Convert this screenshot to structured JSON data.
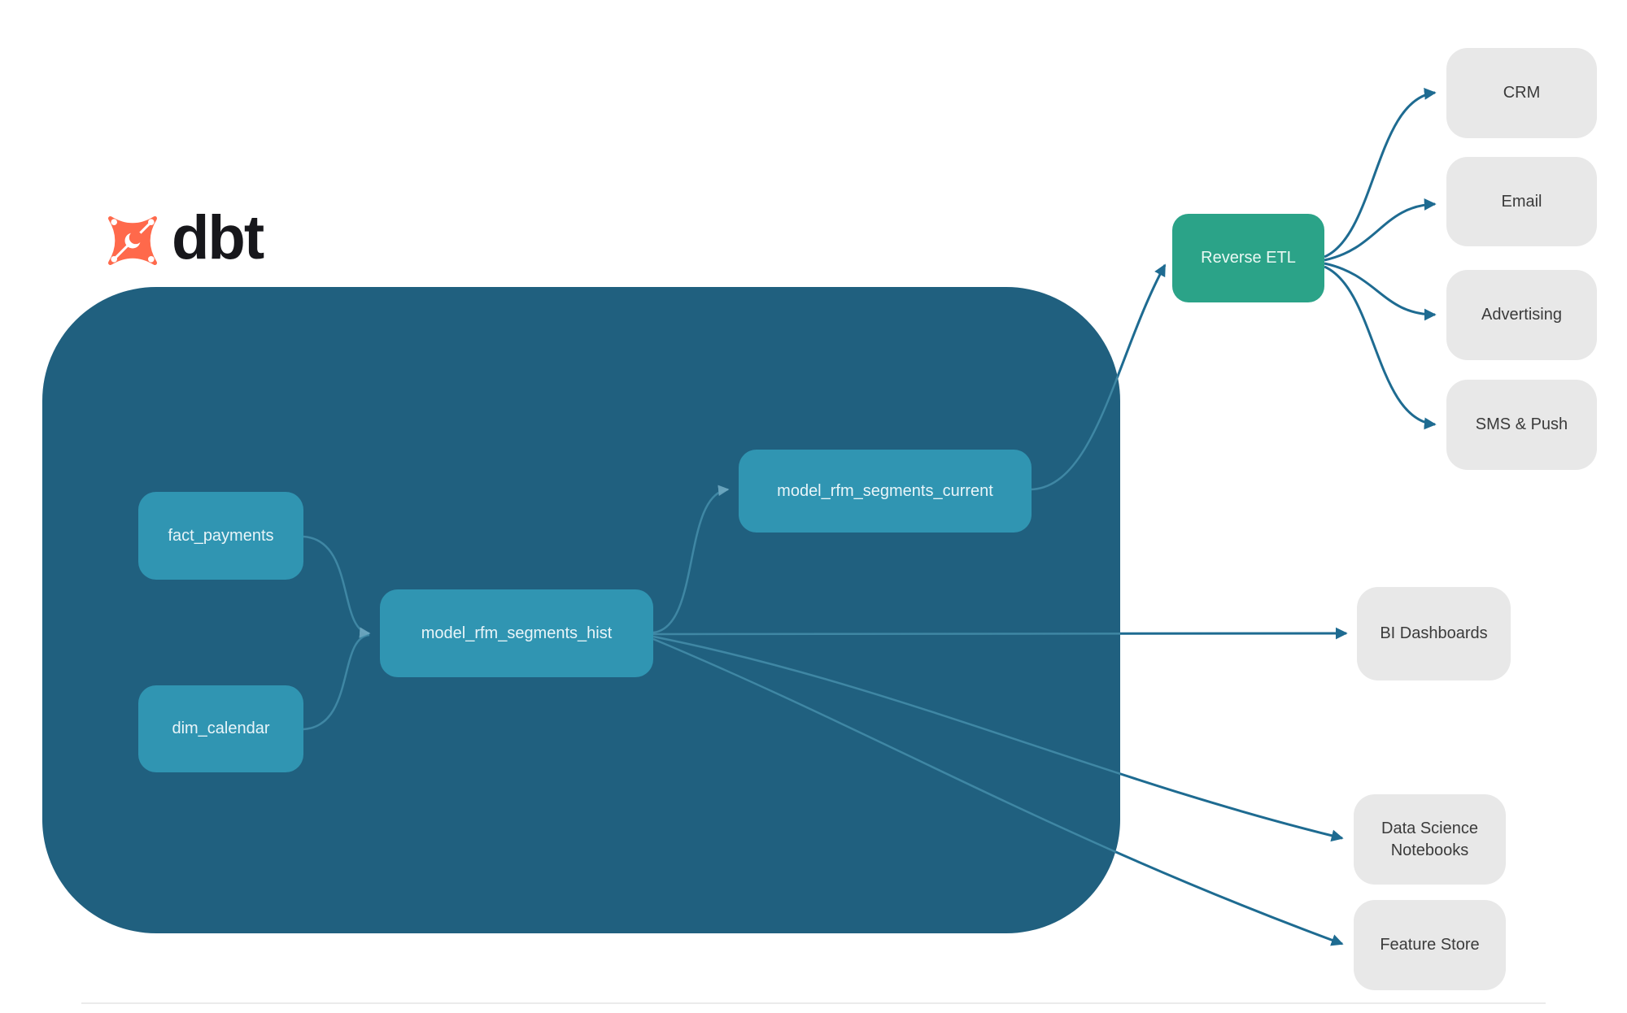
{
  "logo": {
    "brand": "dbt",
    "icon": "dbt-logo-icon"
  },
  "nodes": {
    "fact_payments": {
      "label": "fact_payments"
    },
    "dim_calendar": {
      "label": "dim_calendar"
    },
    "hist": {
      "label": "model_rfm_segments_hist"
    },
    "current": {
      "label": "model_rfm_segments_current"
    },
    "reverse_etl": {
      "label": "Reverse ETL"
    },
    "crm": {
      "label": "CRM"
    },
    "email": {
      "label": "Email"
    },
    "advertising": {
      "label": "Advertising"
    },
    "sms_push": {
      "label": "SMS & Push"
    },
    "bi_dashboards": {
      "label": "BI Dashboards"
    },
    "data_science_notebooks": {
      "label": "Data Science Notebooks"
    },
    "feature_store": {
      "label": "Feature Store"
    }
  },
  "edges": [
    {
      "from": "fact_payments",
      "to": "model_rfm_segments_hist"
    },
    {
      "from": "dim_calendar",
      "to": "model_rfm_segments_hist"
    },
    {
      "from": "model_rfm_segments_hist",
      "to": "model_rfm_segments_current"
    },
    {
      "from": "model_rfm_segments_current",
      "to": "Reverse ETL"
    },
    {
      "from": "Reverse ETL",
      "to": "CRM"
    },
    {
      "from": "Reverse ETL",
      "to": "Email"
    },
    {
      "from": "Reverse ETL",
      "to": "Advertising"
    },
    {
      "from": "Reverse ETL",
      "to": "SMS & Push"
    },
    {
      "from": "model_rfm_segments_hist",
      "to": "BI Dashboards"
    },
    {
      "from": "model_rfm_segments_hist",
      "to": "Data Science Notebooks"
    },
    {
      "from": "model_rfm_segments_hist",
      "to": "Feature Store"
    }
  ],
  "colors": {
    "container": "#20607f",
    "model_node": "#3095b2",
    "reverse_etl_node": "#2ba388",
    "destination_node": "#e8e8e8",
    "connector_dark": "#1e6b91",
    "connector_light": "#55a2bd",
    "logo_orange": "#ff694b"
  }
}
